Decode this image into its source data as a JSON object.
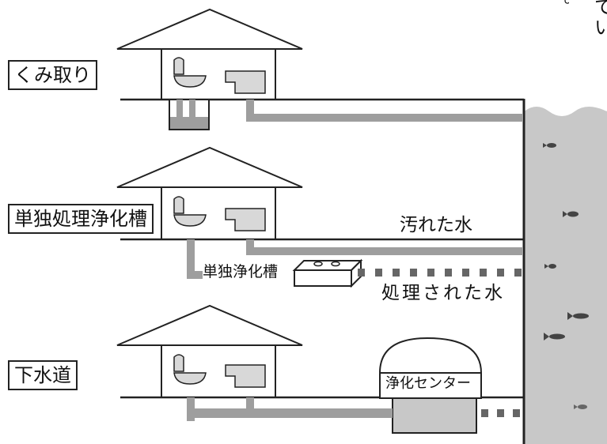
{
  "labels": {
    "kumitori": "くみ取り",
    "tandoku": "単独処理浄化槽",
    "gesuido": "下水道",
    "tandoku_tank": "単独浄化槽",
    "dirty_water": "汚れた水",
    "treated_water": "処理された水",
    "center": "浄化センター"
  },
  "fragment": {
    "col1": "っている",
    "col2": "す。"
  },
  "colors": {
    "pipe": "#9e9e9e",
    "river": "#c8c8c8",
    "fixture": "#d8d8d8",
    "outline": "#222222",
    "fish": "#444444"
  }
}
